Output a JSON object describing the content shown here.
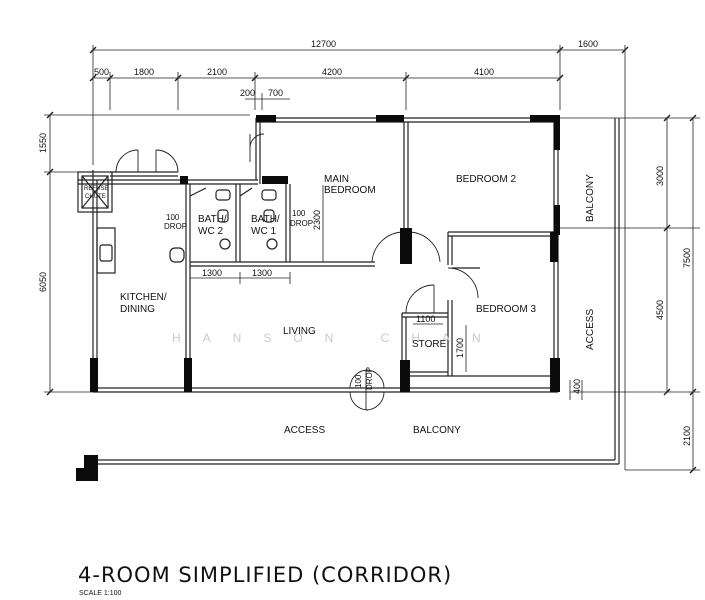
{
  "title": "4-ROOM SIMPLIFIED (CORRIDOR)",
  "scale": "SCALE 1:100",
  "watermark": "HANSON CHAN",
  "dimensions": {
    "total_width": "12700",
    "balcony_width": "1600",
    "d500": "500",
    "d1800": "1800",
    "d2100": "2100",
    "d4200": "4200",
    "d4100": "4100",
    "d200": "200",
    "d700": "700",
    "d1550": "1550",
    "d6050": "6050",
    "d3000": "3000",
    "d4500": "4500",
    "d7500": "7500",
    "d400": "400",
    "d2100_right": "2100",
    "d2300": "2300",
    "d1300_a": "1300",
    "d1300_b": "1300",
    "d1100": "1100",
    "d1700": "1700"
  },
  "rooms": {
    "refuse_1": "REFUSE",
    "refuse_2": "CHUTE",
    "bath2_1": "BATH/",
    "bath2_2": "WC 2",
    "bath1_1": "BATH/",
    "bath1_2": "WC 1",
    "drop1_1": "100",
    "drop1_2": "DROP",
    "drop2_1": "100",
    "drop2_2": "DROP",
    "drop3_1": "100",
    "drop3_2": "DROP",
    "main_bedroom_1": "MAIN",
    "main_bedroom_2": "BEDROOM",
    "bedroom2": "BEDROOM 2",
    "bedroom3": "BEDROOM 3",
    "kitchen_1": "KITCHEN/",
    "kitchen_2": "DINING",
    "living": "LIVING",
    "store": "STORE",
    "access_bottom": "ACCESS",
    "balcony_bottom": "BALCONY",
    "balcony_right": "BALCONY",
    "access_right": "ACCESS"
  }
}
